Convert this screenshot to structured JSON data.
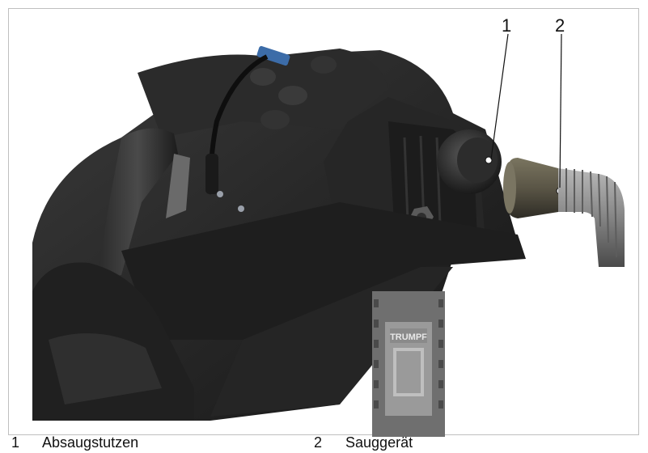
{
  "callouts": [
    {
      "number": "1",
      "label": "Absaugstutzen"
    },
    {
      "number": "2",
      "label": "Sauggerät"
    }
  ],
  "blade_brand": "TRUMPF"
}
